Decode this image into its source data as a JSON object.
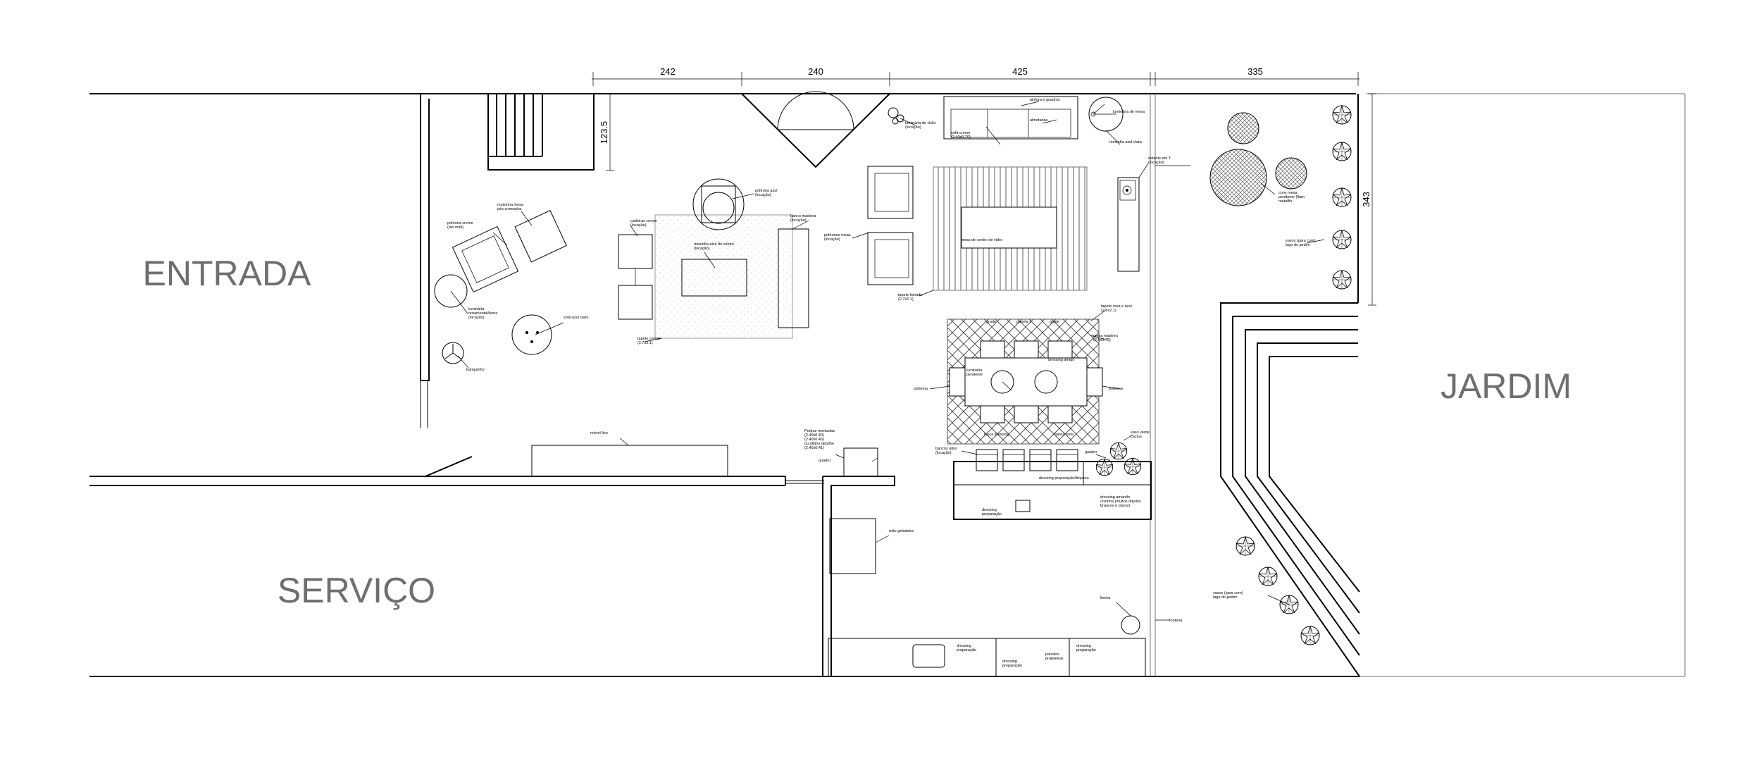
{
  "rooms": {
    "entrada": "ENTRADA",
    "servico": "SERVIÇO",
    "jardim": "JARDIM"
  },
  "dimensions": {
    "d1": "242",
    "d2": "240",
    "d3": "425",
    "d4": "335",
    "d5": "123.5",
    "d6": "343"
  },
  "labels": {
    "poltrona_creme": [
      "poltrona creme",
      "(tan midi)"
    ],
    "moisinha": [
      "moisinha mesa",
      "pés cromados"
    ],
    "luminaria_entrada": [
      "luminária",
      "ornamental/leirra",
      "(locação)"
    ],
    "sofa_azul": "sofa azul claro",
    "banquinho": "banquinho",
    "cadeiras_creme": [
      "cadeiras creme",
      "(locação)"
    ],
    "poltrona_azul": [
      "poltrona azul",
      "(locação)"
    ],
    "mesinha_azul": [
      "mesinha azul de centro",
      "(locação)"
    ],
    "banco_madeira": [
      "banco madeira",
      "(locação)"
    ],
    "tapete_creme": [
      "tapete creme",
      "(2.7x2.1)"
    ],
    "luminaria_chao": [
      "luminária de chão",
      "(locação)"
    ],
    "sofa_creme": [
      "sofá creme",
      "(2.40x0.70)"
    ],
    "pintura_quadros": "pintura e quadros",
    "almofadas": "almofadas",
    "luminaria_mesa": "luminária de mesa",
    "mesinha_azul_clara": "mesinha azul clara",
    "poltronas_rosas": [
      "poltronas rosas",
      "(locação)"
    ],
    "mesa_vidro": "mesa de centro de vidro",
    "tapete_listrado": [
      "tapete listrado",
      "(2.7x2.1)"
    ],
    "estante_L": [
      "estante em 'l'",
      "(locação)"
    ],
    "tapete_rosa": [
      "tapete rosa e azul",
      "(2.5x2.1)"
    ],
    "mesa_madeira": [
      "mesa madeira",
      "(2.5x0.75)"
    ],
    "dressing_amigo": "dressing amigo",
    "luminaria_pendente": [
      "luminária",
      "pendente"
    ],
    "poltrona_esq": "poltrona",
    "poltrona_dir": "poltrona",
    "grade_1": "grade",
    "grade_2": "grade",
    "panela": "panela 1",
    "louca_dressing": "louça dressing",
    "banco_sofa": "banco sofa",
    "movel_fixo": "móvel fixo",
    "pedras": [
      "Pedras montadas",
      "(2.40x0.40)",
      "(2.40x0.40)",
      "ou último detalhe",
      "(2.40x0.41)"
    ],
    "quadro": "quadro",
    "bancos_altos": [
      "bancos altos",
      "(locação)"
    ],
    "quadro_2": "quadro",
    "vaso_verde": [
      "vaso verde",
      "cactus"
    ],
    "dressing_prep": "dressing preparação/limpeza",
    "dressing_amarelo": [
      "dressing amarelo",
      "cozinha (muitos objetos",
      "brancos e claros)"
    ],
    "dressing_preparacao": [
      "dressing",
      "preparação"
    ],
    "mao_geladeira": "mão geladeira",
    "lixeira": "lixeira",
    "fonteira": "fonteira",
    "dressing_preparacao_2": [
      "dressing",
      "preparação"
    ],
    "dressing_preparacao_3": [
      "dressing",
      "preparação"
    ],
    "paredes_prateleiras": [
      "paredes",
      "prateleiras"
    ],
    "dressing_preparacao_4": [
      "dressing",
      "preparação"
    ],
    "vaso_jardim_1": [
      "vasos (para com)",
      "lago do jardim"
    ],
    "cony_mesa": [
      "cony mesa",
      "pendente (flam.",
      "metalfio"
    ],
    "vaso_jardim_2": [
      "vasos (para com)",
      "lago do jardim"
    ]
  }
}
